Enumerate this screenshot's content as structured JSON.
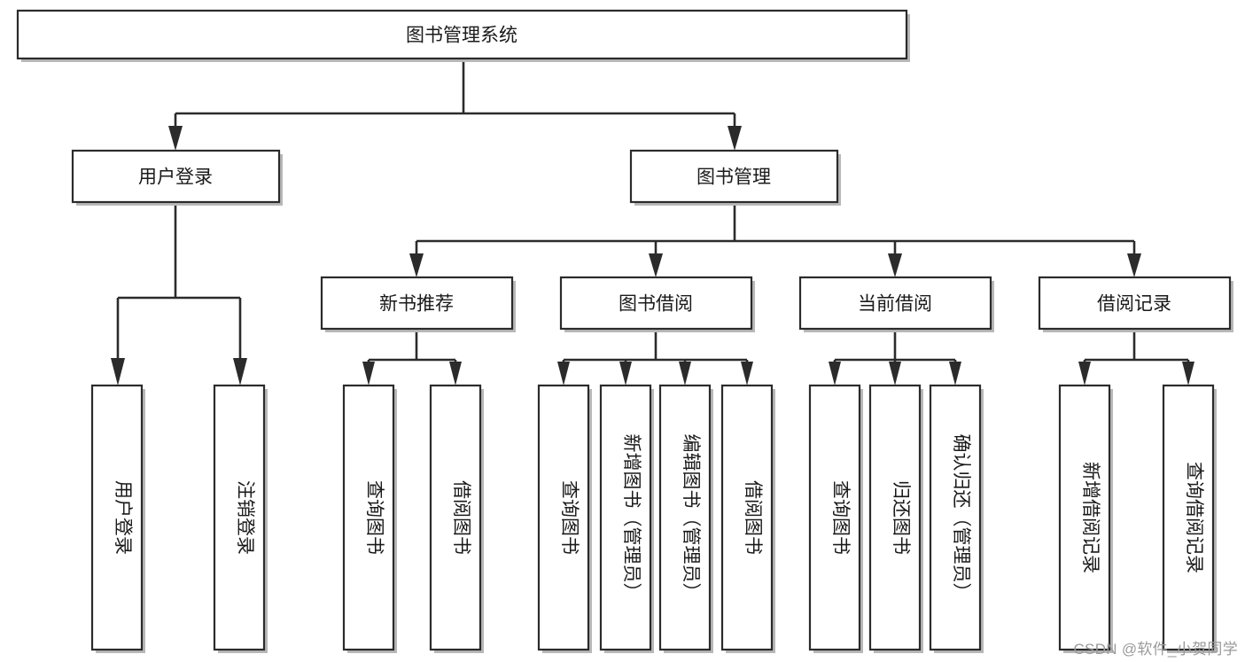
{
  "diagram": {
    "type": "tree",
    "title": "图书管理系统",
    "watermark": "CSDN @软件_小贺同学",
    "colors": {
      "box_fill": "#ffffff",
      "box_stroke": "#2b2b2b",
      "text": "#1a1a1a",
      "watermark": "#9a9a9a",
      "background": "#ffffff"
    },
    "levels": {
      "root": "图书管理系统",
      "level2": [
        "用户登录",
        "图书管理"
      ],
      "level3": [
        "新书推荐",
        "图书借阅",
        "当前借阅",
        "借阅记录"
      ]
    },
    "nodes": {
      "root": {
        "label": "图书管理系统",
        "orientation": "horizontal"
      },
      "n_user_login": {
        "label": "用户登录",
        "orientation": "horizontal"
      },
      "n_book_mgmt": {
        "label": "图书管理",
        "orientation": "horizontal"
      },
      "n_new_book_rec": {
        "label": "新书推荐",
        "orientation": "horizontal"
      },
      "n_book_borrow": {
        "label": "图书借阅",
        "orientation": "horizontal"
      },
      "n_current_borrow": {
        "label": "当前借阅",
        "orientation": "horizontal"
      },
      "n_borrow_record": {
        "label": "借阅记录",
        "orientation": "horizontal"
      },
      "l_user_login": {
        "label": "用户登录",
        "orientation": "vertical"
      },
      "l_user_logout": {
        "label": "注销登录",
        "orientation": "vertical"
      },
      "l_query_book_1": {
        "label": "查询图书",
        "orientation": "vertical"
      },
      "l_borrow_book_1": {
        "label": "借阅图书",
        "orientation": "vertical"
      },
      "l_query_book_2": {
        "label": "查询图书",
        "orientation": "vertical"
      },
      "l_add_book": {
        "label": "新增图书（管理员）",
        "orientation": "vertical"
      },
      "l_edit_book": {
        "label": "编辑图书（管理员）",
        "orientation": "vertical"
      },
      "l_borrow_book_2": {
        "label": "借阅图书",
        "orientation": "vertical"
      },
      "l_query_book_3": {
        "label": "查询图书",
        "orientation": "vertical"
      },
      "l_return_book": {
        "label": "归还图书",
        "orientation": "vertical"
      },
      "l_confirm_return": {
        "label": "确认归还（管理员）",
        "orientation": "vertical"
      },
      "l_add_record": {
        "label": "新增借阅记录",
        "orientation": "vertical"
      },
      "l_query_record": {
        "label": "查询借阅记录",
        "orientation": "vertical"
      }
    },
    "edges": [
      {
        "from": "root",
        "to": "n_user_login"
      },
      {
        "from": "root",
        "to": "n_book_mgmt"
      },
      {
        "from": "n_user_login",
        "to": "l_user_login"
      },
      {
        "from": "n_user_login",
        "to": "l_user_logout"
      },
      {
        "from": "n_book_mgmt",
        "to": "n_new_book_rec"
      },
      {
        "from": "n_book_mgmt",
        "to": "n_book_borrow"
      },
      {
        "from": "n_book_mgmt",
        "to": "n_current_borrow"
      },
      {
        "from": "n_book_mgmt",
        "to": "n_borrow_record"
      },
      {
        "from": "n_new_book_rec",
        "to": "l_query_book_1"
      },
      {
        "from": "n_new_book_rec",
        "to": "l_borrow_book_1"
      },
      {
        "from": "n_book_borrow",
        "to": "l_query_book_2"
      },
      {
        "from": "n_book_borrow",
        "to": "l_add_book"
      },
      {
        "from": "n_book_borrow",
        "to": "l_edit_book"
      },
      {
        "from": "n_book_borrow",
        "to": "l_borrow_book_2"
      },
      {
        "from": "n_current_borrow",
        "to": "l_query_book_3"
      },
      {
        "from": "n_current_borrow",
        "to": "l_return_book"
      },
      {
        "from": "n_current_borrow",
        "to": "l_confirm_return"
      },
      {
        "from": "n_borrow_record",
        "to": "l_add_record"
      },
      {
        "from": "n_borrow_record",
        "to": "l_query_record"
      }
    ]
  }
}
